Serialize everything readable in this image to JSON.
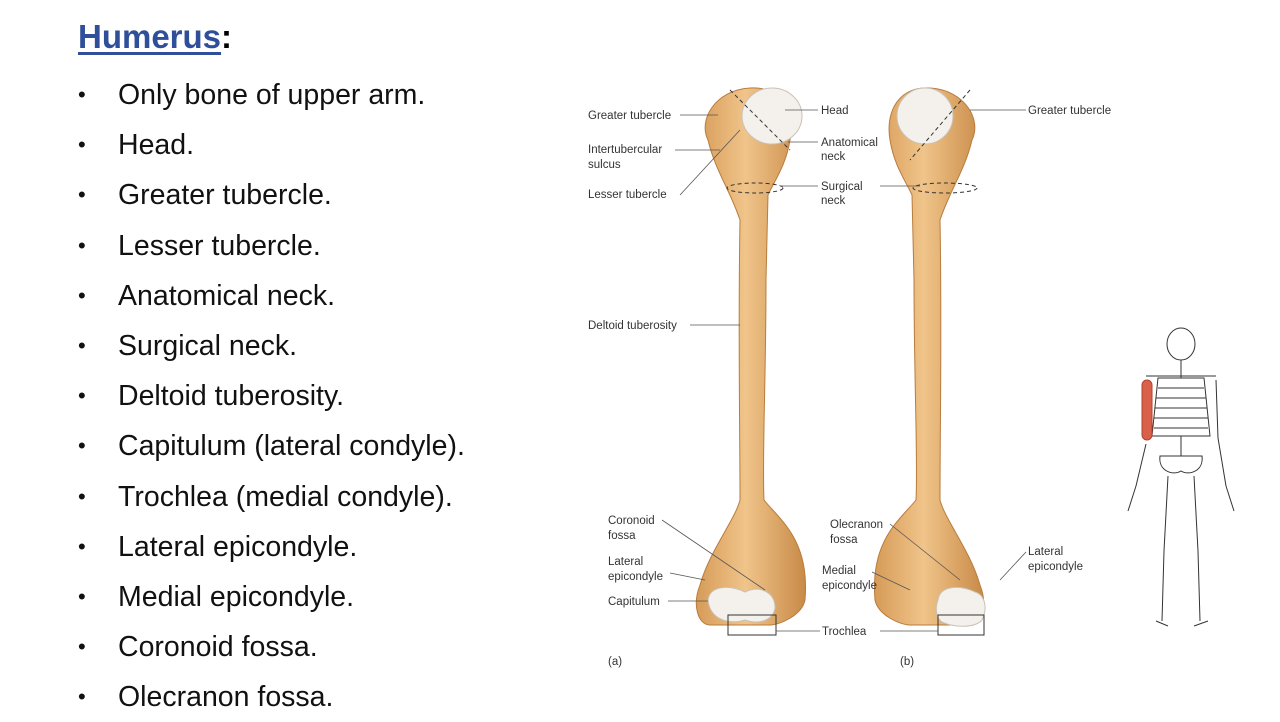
{
  "slide": {
    "title": "Humerus",
    "title_suffix": ":",
    "bullets": [
      "Only bone of upper arm.",
      "Head.",
      "Greater tubercle.",
      "Lesser tubercle.",
      "Anatomical neck.",
      "Surgical neck.",
      "Deltoid tuberosity.",
      "Capitulum (lateral condyle).",
      "Trochlea (medial condyle).",
      "Lateral epicondyle.",
      "Medial epicondyle.",
      "Coronoid fossa.",
      "Olecranon fossa."
    ],
    "bullet_glyph": "•"
  },
  "figure": {
    "labels": {
      "greater_tubercle_a": "Greater tubercle",
      "intertubercular_1": "Intertubercular",
      "intertubercular_2": "sulcus",
      "lesser_tubercle": "Lesser tubercle",
      "head": "Head",
      "anatomical_1": "Anatomical",
      "anatomical_2": "neck",
      "surgical_1": "Surgical",
      "surgical_2": "neck",
      "greater_tubercle_b": "Greater tubercle",
      "deltoid_tuberosity": "Deltoid tuberosity",
      "coronoid_1": "Coronoid",
      "coronoid_2": "fossa",
      "lateral_epi_a_1": "Lateral",
      "lateral_epi_a_2": "epicondyle",
      "capitulum": "Capitulum",
      "olecranon_1": "Olecranon",
      "olecranon_2": "fossa",
      "medial_epi_1": "Medial",
      "medial_epi_2": "epicondyle",
      "lateral_epi_b_1": "Lateral",
      "lateral_epi_b_2": "epicondyle",
      "trochlea": "Trochlea",
      "view_a": "(a)",
      "view_b": "(b)"
    },
    "colors": {
      "bone": "#e8b67a",
      "bone_dark": "#c98f4f",
      "cartilage": "#f4f1ec",
      "highlight": "#d9604a"
    }
  }
}
